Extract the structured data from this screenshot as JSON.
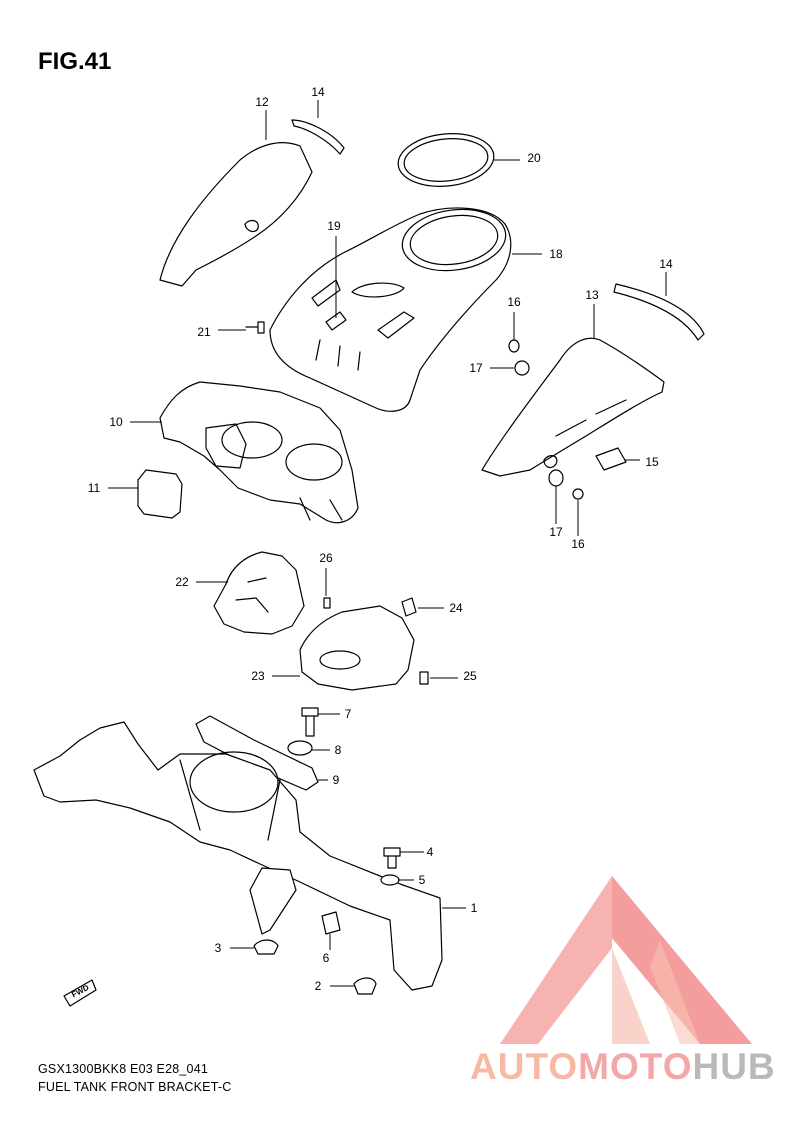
{
  "figure": {
    "title": "FIG.41"
  },
  "footer": {
    "model_code": "GSX1300BKK8 E03 E28_041",
    "section_name": "FUEL TANK FRONT BRACKET-C"
  },
  "forward_label": "FWD",
  "watermark": {
    "part1": "AUTO",
    "part2": "MOTO",
    "part3": "HUB",
    "color_red": "#f28c8c",
    "color_orange": "#f6b79c",
    "color_gray": "#b5b5b5"
  },
  "callouts": [
    {
      "id": "c12",
      "label": "12"
    },
    {
      "id": "c14a",
      "label": "14"
    },
    {
      "id": "c20",
      "label": "20"
    },
    {
      "id": "c19",
      "label": "19"
    },
    {
      "id": "c18",
      "label": "18"
    },
    {
      "id": "c14b",
      "label": "14"
    },
    {
      "id": "c13",
      "label": "13"
    },
    {
      "id": "c16a",
      "label": "16"
    },
    {
      "id": "c17a",
      "label": "17"
    },
    {
      "id": "c21",
      "label": "21"
    },
    {
      "id": "c10",
      "label": "10"
    },
    {
      "id": "c15",
      "label": "15"
    },
    {
      "id": "c11",
      "label": "11"
    },
    {
      "id": "c17b",
      "label": "17"
    },
    {
      "id": "c16b",
      "label": "16"
    },
    {
      "id": "c26",
      "label": "26"
    },
    {
      "id": "c22",
      "label": "22"
    },
    {
      "id": "c24",
      "label": "24"
    },
    {
      "id": "c23",
      "label": "23"
    },
    {
      "id": "c25",
      "label": "25"
    },
    {
      "id": "c7",
      "label": "7"
    },
    {
      "id": "c8",
      "label": "8"
    },
    {
      "id": "c9",
      "label": "9"
    },
    {
      "id": "c4",
      "label": "4"
    },
    {
      "id": "c5",
      "label": "5"
    },
    {
      "id": "c1",
      "label": "1"
    },
    {
      "id": "c3",
      "label": "3"
    },
    {
      "id": "c6",
      "label": "6"
    },
    {
      "id": "c2",
      "label": "2"
    }
  ]
}
